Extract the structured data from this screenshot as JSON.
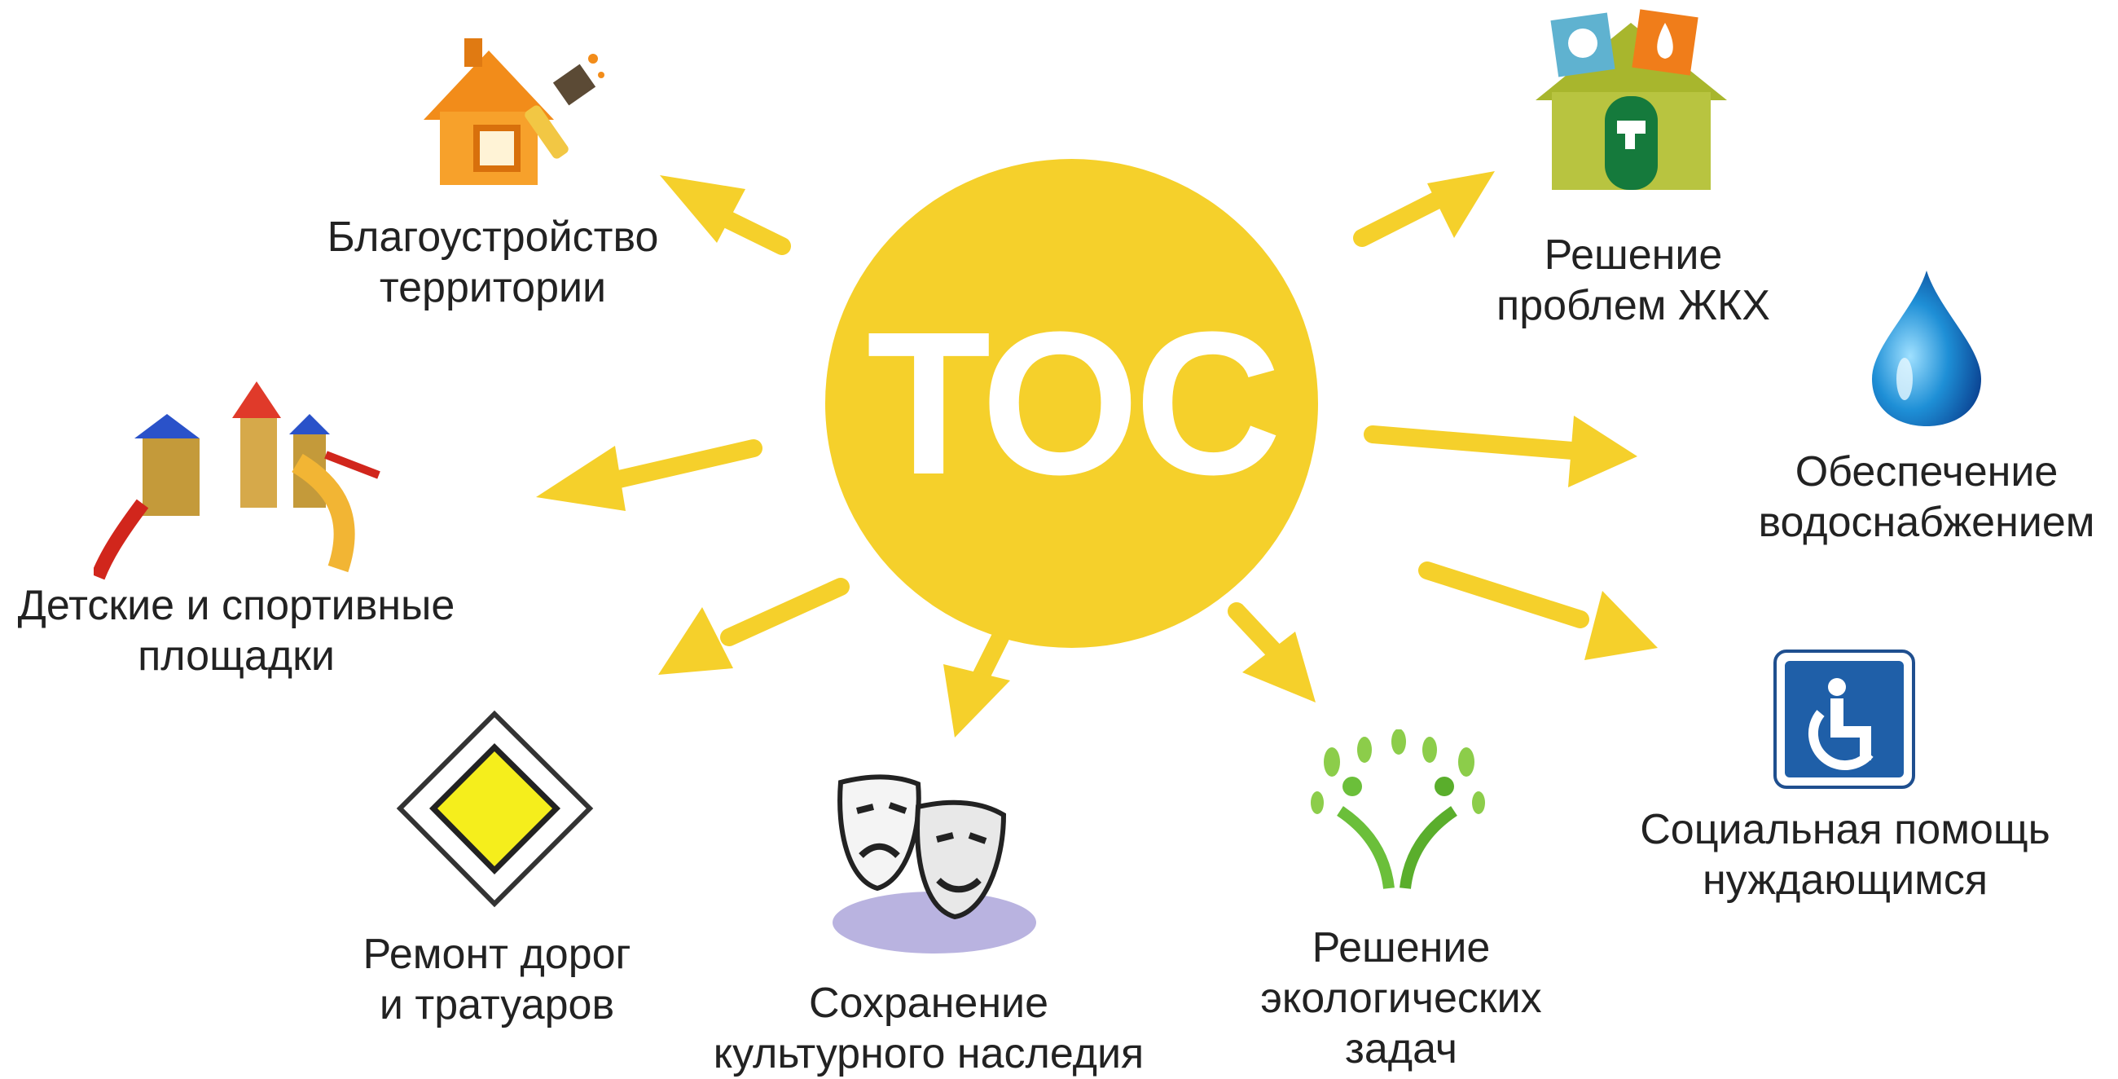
{
  "hub": {
    "title": "ТОС"
  },
  "colors": {
    "hub": "#f5d02b",
    "arrow": "#f5d02b",
    "text": "#222222"
  },
  "items": [
    {
      "id": "landscaping",
      "icon": "house-paint-icon",
      "lines": [
        "Благоустройство",
        "территории"
      ]
    },
    {
      "id": "housing",
      "icon": "utilities-house-icon",
      "lines": [
        "Решение",
        "проблем ЖКХ"
      ]
    },
    {
      "id": "playgrounds",
      "icon": "playground-icon",
      "lines": [
        "Детские и спортивные",
        "площадки"
      ]
    },
    {
      "id": "water",
      "icon": "water-drop-icon",
      "lines": [
        "Обеспечение",
        "водоснабжением"
      ]
    },
    {
      "id": "social",
      "icon": "wheelchair-icon",
      "lines": [
        "Социальная помощь",
        "нуждающимся"
      ]
    },
    {
      "id": "roads",
      "icon": "priority-road-sign-icon",
      "lines": [
        "Ремонт дорог",
        "и тратуаров"
      ]
    },
    {
      "id": "culture",
      "icon": "theatre-masks-icon",
      "lines": [
        "Сохранение",
        "культурного наследия"
      ]
    },
    {
      "id": "ecology",
      "icon": "tree-people-icon",
      "lines": [
        "Решение",
        "экологических",
        "задач"
      ]
    }
  ]
}
